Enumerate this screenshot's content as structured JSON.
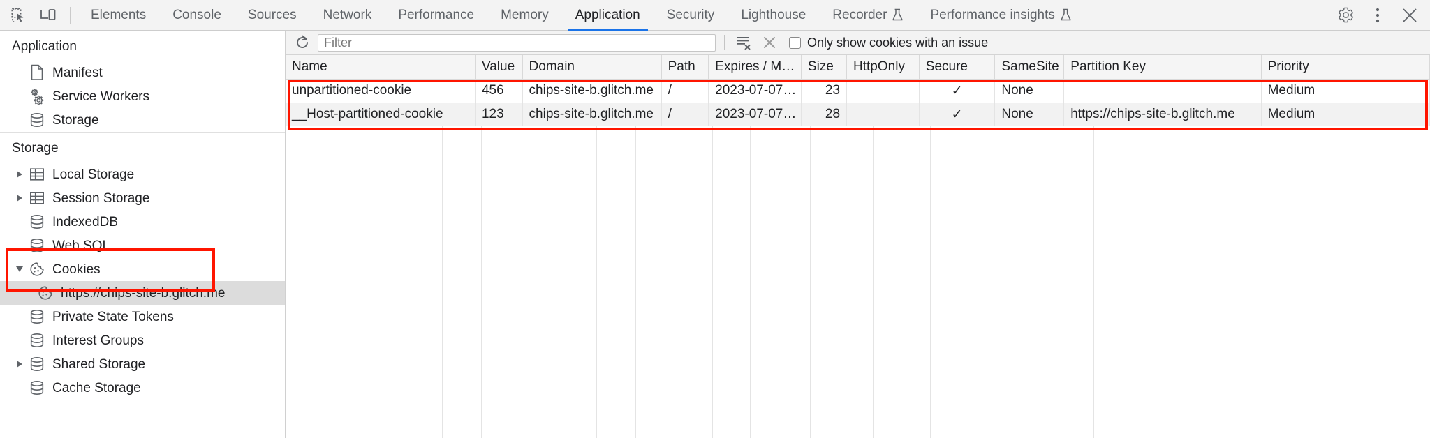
{
  "tabbar": {
    "left_icons": [
      {
        "name": "inspect-element-icon",
        "label": "Inspect element"
      },
      {
        "name": "device-toolbar-icon",
        "label": "Toggle device toolbar"
      }
    ],
    "tabs": [
      {
        "label": "Elements",
        "active": false,
        "experimental": false
      },
      {
        "label": "Console",
        "active": false,
        "experimental": false
      },
      {
        "label": "Sources",
        "active": false,
        "experimental": false
      },
      {
        "label": "Network",
        "active": false,
        "experimental": false
      },
      {
        "label": "Performance",
        "active": false,
        "experimental": false
      },
      {
        "label": "Memory",
        "active": false,
        "experimental": false
      },
      {
        "label": "Application",
        "active": true,
        "experimental": false
      },
      {
        "label": "Security",
        "active": false,
        "experimental": false
      },
      {
        "label": "Lighthouse",
        "active": false,
        "experimental": false
      },
      {
        "label": "Recorder",
        "active": false,
        "experimental": true
      },
      {
        "label": "Performance insights",
        "active": false,
        "experimental": true
      }
    ],
    "right_icons": [
      {
        "name": "gear-icon",
        "label": "Settings"
      },
      {
        "name": "more-vertical-icon",
        "label": "Customize and control DevTools"
      },
      {
        "name": "close-icon",
        "label": "Close DevTools"
      }
    ],
    "accent_color": "#1a73e8"
  },
  "sidebar": {
    "sections": [
      {
        "title": "Application",
        "items": [
          {
            "label": "Manifest",
            "icon": "document-icon",
            "twisty": "none",
            "indent": 1,
            "selected": false
          },
          {
            "label": "Service Workers",
            "icon": "gears-icon",
            "twisty": "none",
            "indent": 1,
            "selected": false
          },
          {
            "label": "Storage",
            "icon": "database-icon",
            "twisty": "none",
            "indent": 1,
            "selected": false
          }
        ]
      },
      {
        "title": "Storage",
        "items": [
          {
            "label": "Local Storage",
            "icon": "table-icon",
            "twisty": "collapsed",
            "indent": 1,
            "selected": false
          },
          {
            "label": "Session Storage",
            "icon": "table-icon",
            "twisty": "collapsed",
            "indent": 1,
            "selected": false
          },
          {
            "label": "IndexedDB",
            "icon": "database-icon",
            "twisty": "none",
            "indent": 1,
            "selected": false
          },
          {
            "label": "Web SQL",
            "icon": "database-icon",
            "twisty": "none",
            "indent": 1,
            "selected": false
          },
          {
            "label": "Cookies",
            "icon": "cookie-icon",
            "twisty": "expanded",
            "indent": 1,
            "selected": false
          },
          {
            "label": "https://chips-site-b.glitch.me",
            "icon": "cookie-icon",
            "twisty": "none",
            "indent": 2,
            "selected": true
          },
          {
            "label": "Private State Tokens",
            "icon": "database-icon",
            "twisty": "none",
            "indent": 1,
            "selected": false
          },
          {
            "label": "Interest Groups",
            "icon": "database-icon",
            "twisty": "none",
            "indent": 1,
            "selected": false
          },
          {
            "label": "Shared Storage",
            "icon": "database-icon",
            "twisty": "collapsed",
            "indent": 1,
            "selected": false
          },
          {
            "label": "Cache Storage",
            "icon": "database-icon",
            "twisty": "none",
            "indent": 1,
            "selected": false
          }
        ]
      }
    ]
  },
  "cookie_toolbar": {
    "refresh_icon": "refresh-icon",
    "filter_placeholder": "Filter",
    "filter_value": "",
    "clear_filtered_icon": "clear-filtered-cookies-icon",
    "clear_all_icon": "clear-all-cookies-icon",
    "issue_checkbox_label": "Only show cookies with an issue",
    "issue_checkbox_checked": false
  },
  "table": {
    "columns": [
      "Name",
      "Value",
      "Domain",
      "Path",
      "Expires / M…",
      "Size",
      "HttpOnly",
      "Secure",
      "SameSite",
      "Partition Key",
      "Priority"
    ],
    "rows": [
      {
        "name": "unpartitioned-cookie",
        "value": "456",
        "domain": "chips-site-b.glitch.me",
        "path": "/",
        "expires": "2023-07-07…",
        "size": "23",
        "httponly": "",
        "secure": "✓",
        "samesite": "None",
        "partition_key": "",
        "priority": "Medium"
      },
      {
        "name": "__Host-partitioned-cookie",
        "value": "123",
        "domain": "chips-site-b.glitch.me",
        "path": "/",
        "expires": "2023-07-07…",
        "size": "28",
        "httponly": "",
        "secure": "✓",
        "samesite": "None",
        "partition_key": "https://chips-site-b.glitch.me",
        "priority": "Medium"
      }
    ]
  },
  "annotations": {
    "highlight_color": "#ff1500",
    "boxes": [
      "cookies-tree-group",
      "cookies-table-rows"
    ]
  }
}
